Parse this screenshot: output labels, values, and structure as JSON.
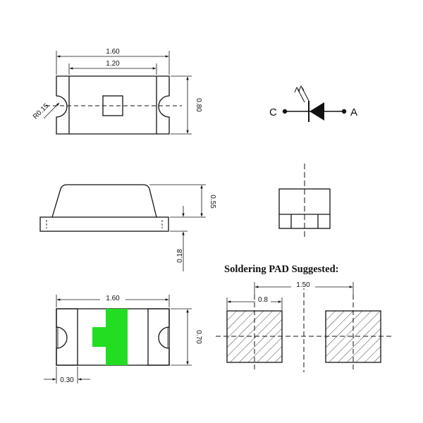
{
  "dimensions": {
    "top_length": "1.60",
    "top_inner": "1.20",
    "top_width": "0.80",
    "top_radius": "R0.15",
    "side_height": "0.55",
    "side_base": "0.18",
    "bottom_length": "1.60",
    "bottom_width": "0.70",
    "bottom_pad_width": "0.30",
    "pad_pitch": "1.50",
    "pad_size": "0.8"
  },
  "symbol": {
    "cathode_label": "C",
    "anode_label": "A"
  },
  "pad": {
    "title": "Soldering PAD Suggested:"
  },
  "colors": {
    "line": "#111111",
    "polarity_mark": "#22dd22"
  }
}
